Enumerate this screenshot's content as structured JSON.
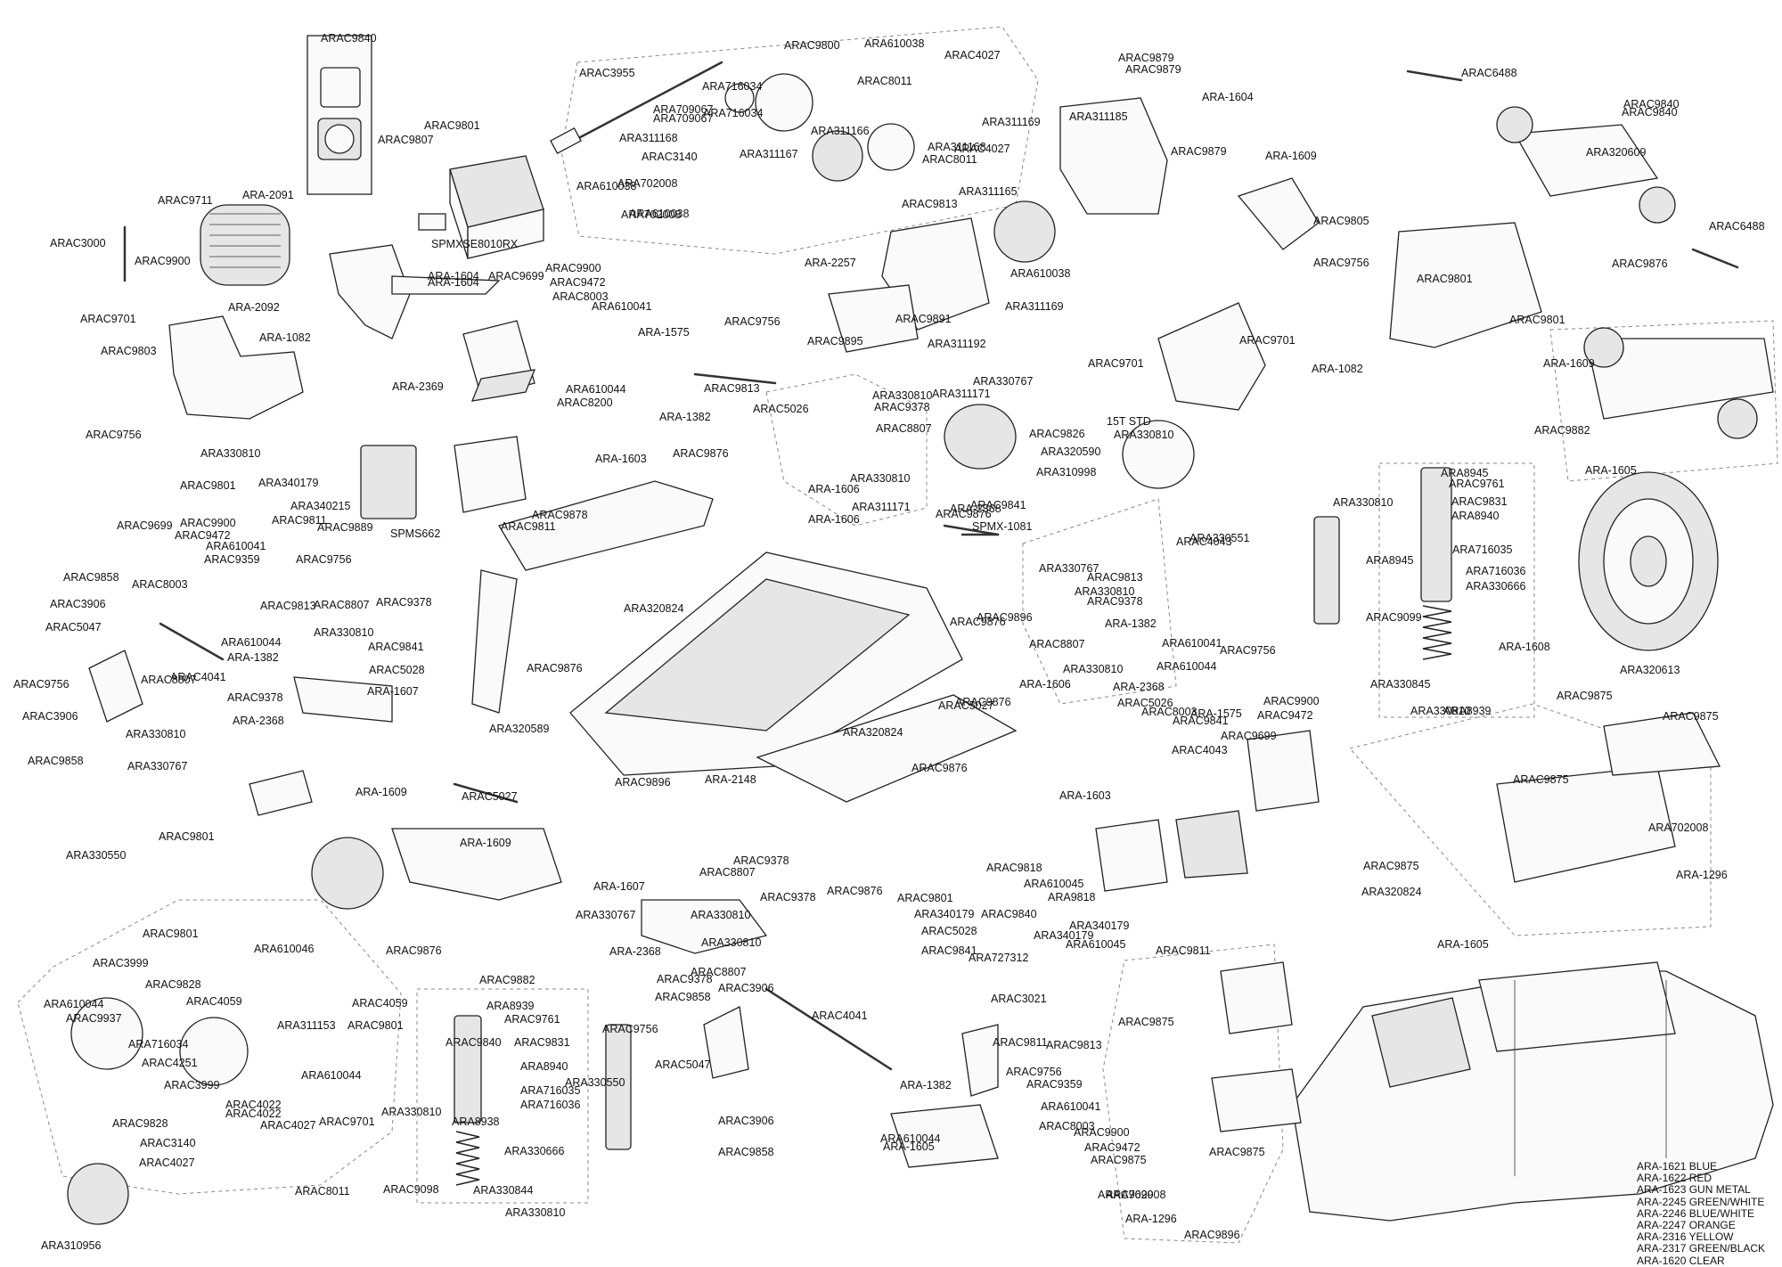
{
  "diagram": {
    "labels": [
      "ARAC9840",
      "ARAC3955",
      "ARAC9800",
      "ARA610038",
      "ARAC4027",
      "ARAC9879",
      "ARAC6488",
      "ARAC9801",
      "ARAC9807",
      "ARA716034",
      "ARAC8011",
      "ARA709067",
      "ARA311185",
      "ARAC9840",
      "ARA-2091",
      "ARAC9711",
      "ARAC3000",
      "ARAC9900",
      "ARA-2092",
      "ARAC9701",
      "ARA-1082",
      "ARAC9803",
      "ARAC9756",
      "SPMXSE8010RX",
      "ARAC9900",
      "ARAC9472",
      "ARAC8003",
      "ARAC9699",
      "ARA610041",
      "ARA-1604",
      "ARA-1575",
      "ARA610044",
      "ARAC8200",
      "ARA-2369",
      "ARAC9813",
      "ARAC5026",
      "ARA-1382",
      "SPMS662",
      "ARA330810",
      "ARAC9801",
      "ARA340179",
      "ARA340215",
      "ARAC9811",
      "ARAC9889",
      "ARAC9900",
      "ARAC9472",
      "ARA610041",
      "ARAC9359",
      "ARAC9756",
      "ARAC9699",
      "ARAC9858",
      "ARAC8003",
      "ARAC3906",
      "ARAC5047",
      "ARAC9756",
      "ARAC3906",
      "ARAC9858",
      "ARAC9813",
      "ARAC8807",
      "ARA330810",
      "ARAC9378",
      "ARAC9841",
      "ARA610044",
      "ARAC4041",
      "ARA-1382",
      "ARAC5028",
      "ARAC8807",
      "ARA-1607",
      "ARAC9378",
      "ARA-2368",
      "ARA330810",
      "ARA330767",
      "ARA-1609",
      "ARAC9801",
      "ARA330550",
      "ARA-1603",
      "ARAC9876",
      "ARAC9878",
      "ARAC9811",
      "ARA-1606",
      "ARA320824",
      "ARAC9876",
      "ARA320589",
      "ARAC5027",
      "ARAC9896",
      "ARA-2148",
      "ARA-1609",
      "ARAC9876",
      "ARAC9882",
      "ARA-1607",
      "ARA330810",
      "ARA330767",
      "ARAC8807",
      "ARAC9378",
      "ARA-2368",
      "ARAC9378",
      "ARAC9858",
      "ARA330810",
      "ARAC3906",
      "ARAC9756",
      "ARAC5047",
      "ARA330550",
      "ARAC3906",
      "ARAC9858",
      "ARAC9801",
      "ARA610046",
      "ARAC3999",
      "ARAC9828",
      "ARAC4059",
      "ARA610044",
      "ARAC9937",
      "ARA716034",
      "ARA311153",
      "ARAC4059",
      "ARAC9801",
      "ARAC4251",
      "ARAC3999",
      "ARA610044",
      "ARAC4022",
      "ARAC4022",
      "ARAC9828",
      "ARAC3140",
      "ARAC4027",
      "ARAC9701",
      "ARAC4027",
      "ARAC8011",
      "ARA310956",
      "ARA330810",
      "ARA8939",
      "ARAC9761",
      "ARAC9840",
      "ARAC9831",
      "ARA8940",
      "ARA716035",
      "ARA716036",
      "ARA8938",
      "ARA330666",
      "ARAC9098",
      "ARA330844",
      "ARA330810",
      "ARAC9896",
      "ARAC9876",
      "ARA320824",
      "ARAC9876",
      "ARA-1603",
      "ARAC9378",
      "ARAC8807",
      "ARAC9876",
      "ARAC9801",
      "ARAC9818",
      "ARA610045",
      "ARA9818",
      "ARA340179",
      "ARAC9840",
      "ARA340179",
      "ARA340179",
      "ARAC9841",
      "ARAC5028",
      "ARA727312",
      "ARA610045",
      "ARAC9811",
      "ARAC3021",
      "ARAC4041",
      "ARAC9813",
      "ARA-1382",
      "ARAC9811",
      "ARAC9756",
      "ARAC9359",
      "ARA610041",
      "ARAC8003",
      "ARA610044",
      "ARA-1605",
      "ARAC9900",
      "ARAC9472",
      "ARAC9875",
      "ARAC9699",
      "ARA330767",
      "ARAC9813",
      "ARA330810",
      "ARAC9378",
      "ARA-1382",
      "ARAC8807",
      "ARA330810",
      "ARA-1606",
      "ARA-2368",
      "ARAC9841",
      "ARAC8003",
      "ARA-1575",
      "ARA610041",
      "ARA610044",
      "ARAC9756",
      "ARAC9900",
      "ARAC9472",
      "ARAC9699",
      "ARAC5026",
      "ARAC4043",
      "ARA330551",
      "ARA330810",
      "ARA8945",
      "ARAC9099",
      "ARA330845",
      "ARA330810",
      "ARA8939",
      "ARA8945",
      "ARAC9761",
      "ARAC9831",
      "ARA8940",
      "ARA716035",
      "ARA716036",
      "ARA330666",
      "ARA-1608",
      "ARA320613",
      "ARA-1605",
      "ARAC9875",
      "ARAC9875",
      "ARAC9875",
      "ARA702008",
      "ARAC9875",
      "ARA-1296",
      "ARA320824",
      "ARA-1605",
      "ARAC9875",
      "ARAC9875",
      "ARA702008",
      "ARA-1296",
      "ARAC9896",
      "ARAC9876",
      "ARAC5027",
      "SPMX-1081",
      "ARA311171",
      "ARA330767",
      "ARA330810",
      "ARAC9378",
      "ARAC8807",
      "ARA330810",
      "ARA311171",
      "ARAC9826",
      "ARA320590",
      "ARA310998",
      "15T STD",
      "ARA330810",
      "ARAC9841",
      "ARA-2368",
      "ARAC9876",
      "ARA-1606",
      "ARA-2257",
      "ARAC9756",
      "ARAC9895",
      "ARAC9891",
      "ARA311192",
      "ARA311169",
      "ARA311165",
      "ARA610038",
      "ARA610038",
      "ARAC9813",
      "ARA311168",
      "ARAC3140",
      "ARA702008",
      "ARA610038",
      "ARA702008",
      "ARA709067",
      "ARA716034",
      "ARA311167",
      "ARA311166",
      "ARA311168",
      "ARAC8011",
      "ARAC4027",
      "ARA311169",
      "ARAC9879",
      "ARAC9879",
      "ARA-1604",
      "ARA-1609",
      "ARAC9805",
      "ARAC9756",
      "ARAC9701",
      "ARA-1082",
      "ARAC9701",
      "ARAC9840",
      "ARA320609",
      "ARAC6488",
      "ARAC9876",
      "ARAC9801",
      "ARAC9801",
      "ARA-1609",
      "ARAC9882",
      "ARAC4043",
      "ARA-1604"
    ],
    "legend": [
      "ARA-1621 BLUE",
      "ARA-1622 RED",
      "ARA-1623 GUN METAL",
      "ARA-2245 GREEN/WHITE",
      "ARA-2246 BLUE/WHITE",
      "ARA-2247 ORANGE",
      "ARA-2316 YELLOW",
      "ARA-2317 GREEN/BLACK",
      "ARA-1620 CLEAR"
    ]
  }
}
